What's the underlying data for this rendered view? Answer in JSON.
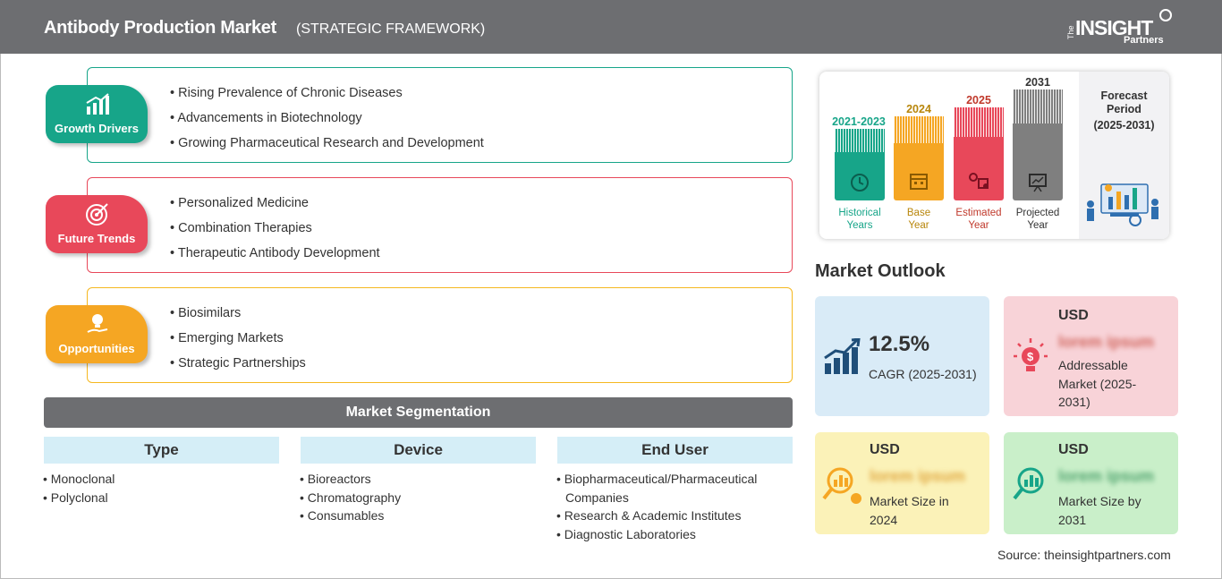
{
  "header": {
    "title": "Antibody Production Market",
    "subtitle": "(STRATEGIC FRAMEWORK)",
    "logo": {
      "the": "The",
      "main": "INSIGHT",
      "sub": "Partners"
    }
  },
  "framework": [
    {
      "label": "Growth Drivers",
      "color": "#17a589",
      "items": [
        "Rising Prevalence of Chronic Diseases",
        "Advancements in Biotechnology",
        "Growing Pharmaceutical Research and Development"
      ]
    },
    {
      "label": "Future Trends",
      "color": "#e8485a",
      "items": [
        "Personalized Medicine",
        "Combination Therapies",
        "Therapeutic Antibody Development"
      ]
    },
    {
      "label": "Opportunities",
      "color": "#f5a623",
      "items": [
        "Biosimilars",
        "Emerging Markets",
        "Strategic Partnerships"
      ]
    }
  ],
  "segmentation": {
    "title": "Market Segmentation",
    "columns": [
      {
        "header": "Type",
        "items": [
          "Monoclonal",
          "Polyclonal"
        ]
      },
      {
        "header": "Device",
        "items": [
          "Bioreactors",
          "Chromatography",
          "Consumables"
        ]
      },
      {
        "header": "End User",
        "items": [
          "Biopharmaceutical/Pharmaceutical Companies",
          "Research & Academic Institutes",
          "Diagnostic Laboratories"
        ]
      }
    ]
  },
  "forecast": {
    "bars": [
      {
        "year": "2021-2023",
        "caption1": "Historical",
        "caption2": "Years",
        "color": "#17a589",
        "year_color": "#17a589"
      },
      {
        "year": "2024",
        "caption1": "Base",
        "caption2": "Year",
        "color": "#f5a623",
        "year_color": "#b8860b"
      },
      {
        "year": "2025",
        "caption1": "Estimated",
        "caption2": "Year",
        "color": "#e8485a",
        "year_color": "#c0392b"
      },
      {
        "year": "2031",
        "caption1": "Projected",
        "caption2": "Year",
        "color": "#7f7f7f",
        "year_color": "#333333"
      }
    ],
    "period_label1": "Forecast",
    "period_label2": "Period",
    "period_range": "(2025-2031)"
  },
  "outlook": {
    "title": "Market Outlook",
    "cagr_value": "12.5%",
    "cagr_label": "CAGR (2025-2031)",
    "addressable": {
      "usd": "USD",
      "value": "lorem ipsum",
      "label1": "Addressable",
      "label2": "Market (2025-",
      "label3": "2031)"
    },
    "size2024": {
      "usd": "USD",
      "value": "lorem ipsum",
      "label1": "Market Size in",
      "label2": "2024"
    },
    "size2031": {
      "usd": "USD",
      "value": "lorem ipsum",
      "label1": "Market Size by",
      "label2": "2031"
    }
  },
  "source": "Source: theinsightpartners.com"
}
